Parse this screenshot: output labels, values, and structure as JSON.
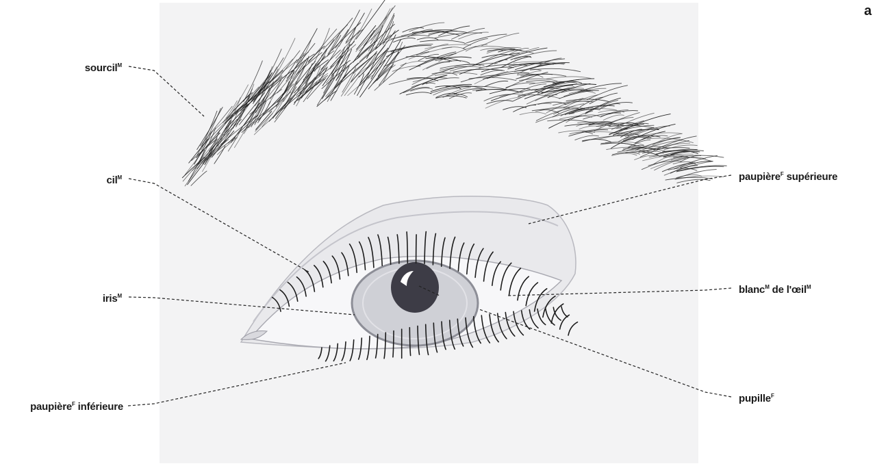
{
  "corner_mark": "a",
  "labels": {
    "eyebrow": {
      "text": "sourcil",
      "gender": "M"
    },
    "eyelash": {
      "text": "cil",
      "gender": "M"
    },
    "iris": {
      "text": "iris",
      "gender": "M"
    },
    "lower_eyelid": {
      "text": "paupière",
      "gender": "F",
      "text_after": " inférieure"
    },
    "upper_eyelid": {
      "text": "paupière",
      "gender": "F",
      "text_after": " supérieure"
    },
    "white_of_eye": {
      "text": "blanc",
      "gender": "M",
      "text_after": " de l'œil",
      "gender2": "M"
    },
    "pupil": {
      "text": "pupille",
      "gender": "F"
    }
  },
  "colors": {
    "ink": "#1a1a1a",
    "paper": "#ffffff",
    "panel": "#f3f3f4",
    "lid_shade": "#e6e6e9",
    "iris": "#cfd0d6",
    "iris_rim": "#8d8e97",
    "pupil": "#3d3c46"
  }
}
